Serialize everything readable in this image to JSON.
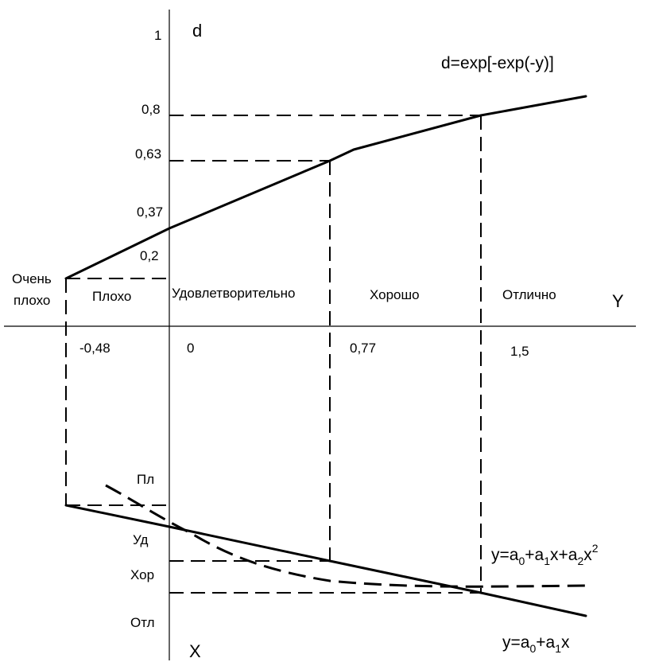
{
  "upper": {
    "d_axis_label": "d",
    "y_axis_label": "Y",
    "formula": "d=exp[-exp(-y)]",
    "d_ticks": [
      "1",
      "0,8",
      "0,63",
      "0,37",
      "0,2"
    ],
    "y_ticks": [
      "-0,48",
      "0",
      "0,77",
      "1,5"
    ],
    "zones": [
      "Очень",
      "плохо",
      "Плохо",
      "Удовлетворительно",
      "Хорошо",
      "Отлично"
    ]
  },
  "lower": {
    "x_axis_label": "X",
    "x_ticks": [
      "Пл",
      "Уд",
      "Хор",
      "Отл"
    ],
    "quadratic_label": {
      "base": "y=a",
      "s0": "0",
      "p1": "+a",
      "s1": "1",
      "p2": "x+a",
      "s2": "2",
      "p3": "x",
      "sup": "2"
    },
    "linear_label": {
      "base": "y=a",
      "s0": "0",
      "p1": "+a",
      "s1": "1",
      "p2": "x"
    }
  }
}
